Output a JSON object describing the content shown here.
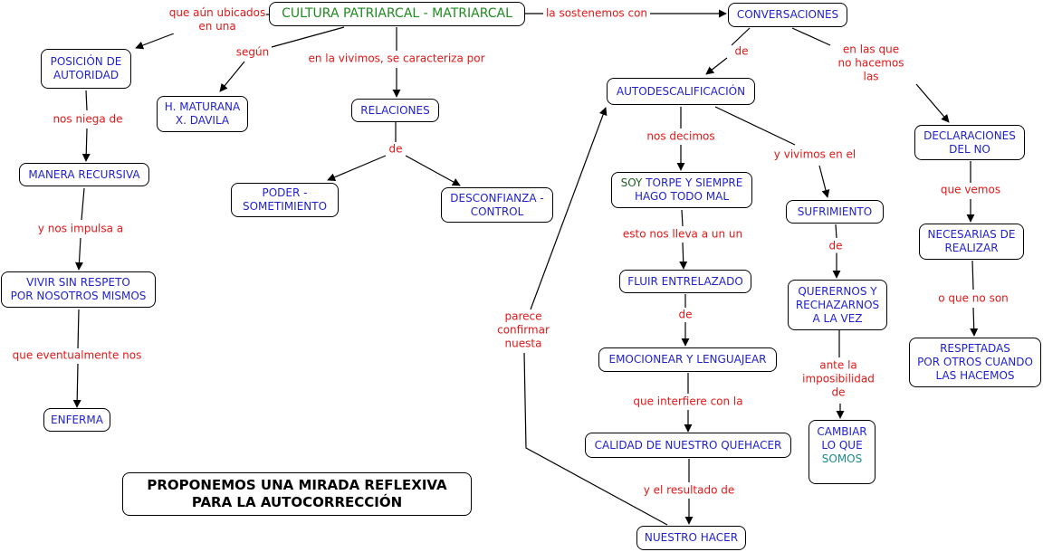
{
  "nodes": {
    "cultura": "CULTURA PATRIARCAL - MATRIARCAL",
    "conversaciones": "CONVERSACIONES",
    "posicion": [
      "POSICIÓN DE",
      "AUTORIDAD"
    ],
    "maturana": [
      "H. MATURANA",
      "X. DAVILA"
    ],
    "relaciones": "RELACIONES",
    "poder": [
      "PODER -",
      "SOMETIMIENTO"
    ],
    "desconfianza": [
      "DESCONFIANZA -",
      "CONTROL"
    ],
    "manera": "MANERA RECURSIVA",
    "vivir": [
      "VIVIR SIN RESPETO",
      "POR NOSOTROS MISMOS"
    ],
    "enferma": "ENFERMA",
    "autodescalificacion": "AUTODESCALIFICACIÓN",
    "soy_torpe": {
      "soy": "SOY",
      "rest1": " TORPE Y SIEMPRE",
      "line2": "HAGO TODO MAL"
    },
    "fluir": "FLUIR ENTRELAZADO",
    "emocionear": "EMOCIONEAR Y LENGUAJEAR",
    "calidad": "CALIDAD DE NUESTRO QUEHACER",
    "nuestro_hacer": "NUESTRO HACER",
    "sufrimiento": "SUFRIMIENTO",
    "querernos": [
      "QUERERNOS Y",
      "RECHAZARNOS",
      "A LA VEZ"
    ],
    "cambiar": [
      "CAMBIAR",
      "LO QUE",
      "SOMOS"
    ],
    "declaraciones": [
      "DECLARACIONES",
      "DEL NO"
    ],
    "necesarias": [
      "NECESARIAS DE",
      "REALIZAR"
    ],
    "respetadas": [
      "RESPETADAS",
      "POR OTROS CUANDO",
      "LAS HACEMOS"
    ],
    "proponemos": [
      "PROPONEMOS UNA MIRADA REFLEXIVA",
      "PARA LA AUTOCORRECCIÓN"
    ]
  },
  "labels": {
    "que_aun": [
      "que aún ubicados",
      "en una"
    ],
    "segun": "según",
    "en_la_vivimos": "en la vivimos, se caracteriza por",
    "la_sostenemos": "la sostenemos con",
    "de_conv": "de",
    "en_las_que": [
      "en las que",
      "no hacemos",
      "las"
    ],
    "nos_niega": "nos niega de",
    "de_rel": "de",
    "y_nos_impulsa": "y nos impulsa a",
    "que_eventualmente": "que eventualmente nos",
    "nos_decimos": "nos decimos",
    "y_vivimos": "y vivimos en el",
    "que_vemos": "que vemos",
    "esto_nos_lleva": "esto nos lleva a un un",
    "de_suf": "de",
    "o_que_no_son": "o que no son",
    "parece": [
      "parece",
      "confirmar",
      "nuesta"
    ],
    "de_fluir": "de",
    "ante_la": [
      "ante la",
      "imposibilidad",
      "de"
    ],
    "que_interfiere": "que interfiere con la",
    "y_el_resultado": "y el resultado de"
  },
  "colors": {
    "concept_text": "#2222cc",
    "root_text": "#1f8a1f",
    "link_text": "#e01818",
    "border": "#000000"
  }
}
